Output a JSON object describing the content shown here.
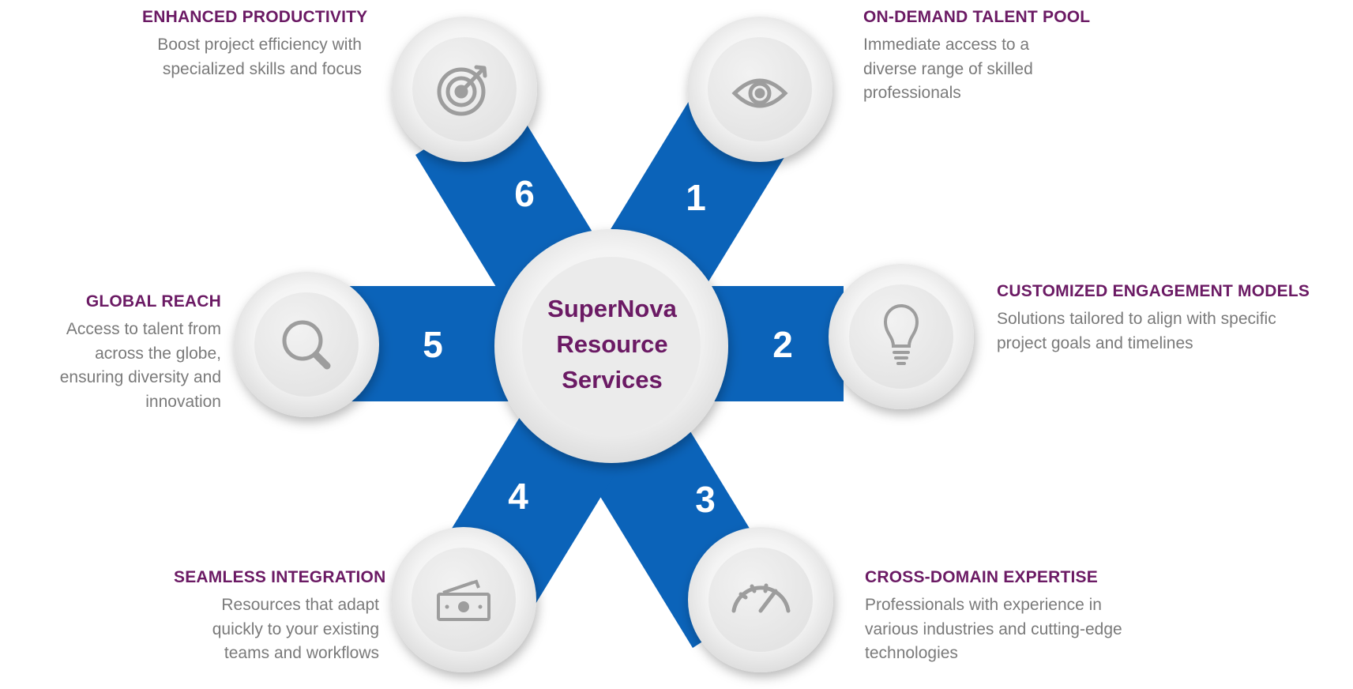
{
  "center": {
    "line1": "SuperNova",
    "line2": "Resource",
    "line3": "Services"
  },
  "colors": {
    "arm_blue": "#0b63b9",
    "title_purple": "#6b1a64",
    "desc_gray": "#7a7a7a",
    "icon_gray": "#9d9d9d"
  },
  "items": [
    {
      "number": "1",
      "title": "ON-DEMAND TALENT POOL",
      "description": "Immediate access to a diverse range of skilled professionals",
      "icon": "eye-icon"
    },
    {
      "number": "2",
      "title": "CUSTOMIZED ENGAGEMENT MODELS",
      "description": "Solutions tailored to align with specific project goals and timelines",
      "icon": "lightbulb-icon"
    },
    {
      "number": "3",
      "title": "CROSS-DOMAIN EXPERTISE",
      "description": "Professionals with experience in various industries and cutting-edge technologies",
      "icon": "speedometer-icon"
    },
    {
      "number": "4",
      "title": "SEAMLESS INTEGRATION",
      "description": "Resources that adapt quickly to your existing teams and workflows",
      "icon": "money-icon"
    },
    {
      "number": "5",
      "title": "GLOBAL REACH",
      "description": "Access to talent from across the globe, ensuring diversity and innovation",
      "icon": "magnifier-icon"
    },
    {
      "number": "6",
      "title": "ENHANCED PRODUCTIVITY",
      "description": "Boost project efficiency with specialized skills and focus",
      "icon": "target-icon"
    }
  ]
}
